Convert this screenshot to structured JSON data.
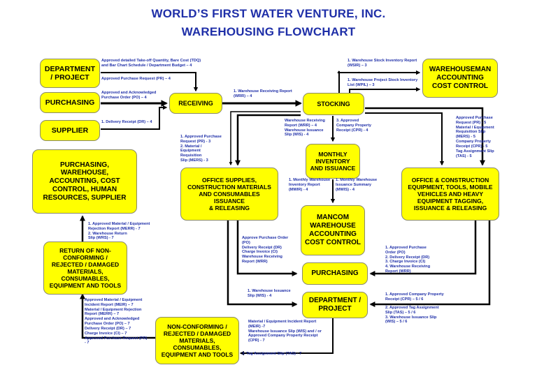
{
  "title": {
    "line1": "WORLD’S FIRST WATER VENTURE, INC.",
    "line2": "WAREHOUSING FLOWCHART"
  },
  "boxes": {
    "department_project_top": "DEPARTMENT\n/ PROJECT",
    "purchasing_top": "PURCHASING",
    "supplier": "SUPPLIER",
    "receiving": "RECEIVING",
    "stocking": "STOCKING",
    "warehouseman": "WAREHOUSEMAN\nACCOUNTING\nCOST CONTROL",
    "pwacc": "PURCHASING,\nWAREHOUSE,\nACCOUNTING, COST\nCONTROL, HUMAN\nRESOURCES, SUPPLIER",
    "monthly_inventory": "MONTHLY\nINVENTORY\nAND ISSUANCE",
    "office_supplies": "OFFICE SUPPLIES,\nCONSTRUCTION MATERIALS\nAND CONSUMABLES ISSUANCE\n& RELEASING",
    "office_construction": "OFFICE & CONSTRUCTION\nEQUIPMENT, TOOLS, MOBILE\nVEHICLES AND HEAVY\nEQUIPMENT TAGGING,\nISSUANCE & RELEASING",
    "mancom": "MANCOM\nWAREHOUSE\nACCOUNTING\nCOST CONTROL",
    "return_nonconforming": "RETURN OF NON-\nCONFORMING /\nREJECTED / DAMAGED\nMATERIALS,\nCONSUMABLES,\nEQUIPMENT AND TOOLS",
    "purchasing_bottom": "PURCHASING",
    "department_project_bottom": "DEPARTMENT /\nPROJECT",
    "nonconforming_bottom": "NON-CONFORMING /\nREJECTED / DAMAGED\nMATERIALS,\nCONSUMABLES,\nEQUIPMENT AND TOOLS"
  },
  "labels": {
    "tdq": "Approved detailed Take-off Quantity, Bare Cost (TDQ)\nand Bar Chart Schedule / Department Budget – 4",
    "pr_top": "Approved Purchase Request (PR) – 4",
    "po_top": "Approved and Acknowledged\nPurchase Order (PO) – 4",
    "dr_top": "1. Delivery Receipt (DR) – 4",
    "wrr_top": "1. Warehouse Receiving Report\n(WRR) – 4",
    "wsir": "1. Warehouse Stock Inventory Report\n(WSIR) – 3",
    "wpil": "1. Warehouse Project Stock Inventory\nList (WPIL) – 3",
    "receiving_docs": "1. Approved Purchase\nRequest (PR) - 3\n2. Material /\nEquipment\nRequisition\nSlip (MERS) - 3",
    "stock_left": "Warehouse Receiving\nReport (WRR) – 4\nWarehouse Issuance\nSlip (WIS) - 4",
    "stock_right": "3. Approved\nCompany Property\nReceipt (CPR) - 4",
    "right_docs": "Approved Purchase\nRequest (PR) - 5\nMaterial / Equipment\nRequisition Slip\n(MERS) - 5\nCompany Property\nReceipt (CPR) - 5\nTag Assignment Slip\n(TAS) - 5",
    "mwir": "1. Monthly Warehouse\nInventory Report\n(MWIR) - 4",
    "mwis": "1. Monthly Warehouse\nIssuance Summary\n(MWIS) - 4",
    "merr_up": "1. Approved Material / Equipment\nRejection Report (MERR) - 7\n2. Warehouse Return\nSlip (WRS) - 7",
    "office_to_purch": "Approve Purchase Order\n(PO)\nDelivery Receipt (DR)\nCharge Invoice (CI)\nWarehouse Receiving\nReport (WRR)",
    "right_to_purch": "1. Approved Purchase\nOrder (PO)\n2. Delivery Receipt (DR)\n3. Charge Invoice (CI)\n4. Warehouse Receiving\nReport (WRR)",
    "wis_left": "1. Warehouse Issuance\nSlip (WIS) - 4",
    "cpr_right": "1. Approved Company Property\nReceipt (CPR) – 5 / 6",
    "tas_right": "2. Approved Tag Assignment\nSlip (TAS) – 5 / 6\n3. Warehouse Issuance Slip\n(WIS) – 5 / 6",
    "return_docs": "Approved Material / Equipment\nIncident Report (MEIR) – 7\nMaterial / Equipment Rejection\nReport (MERR) – 7\nApproved and Acknowledged\nPurchase Order (PO) – 7\nDelivery Receipt (DR) – 7\nCharge Invoice (CI) – 7\nApproved Purchase Request (PR)\n- 7",
    "meir_bottom": "Material / Equipment Incident Report\n(MEIR) -7\nWarehouse Issuance Slip (WIS) and / or\nApproved Company Property Receipt\n(CPR) - 7",
    "tas_bottom": "3. Tag Assignment Slip (TAS) - 7"
  }
}
